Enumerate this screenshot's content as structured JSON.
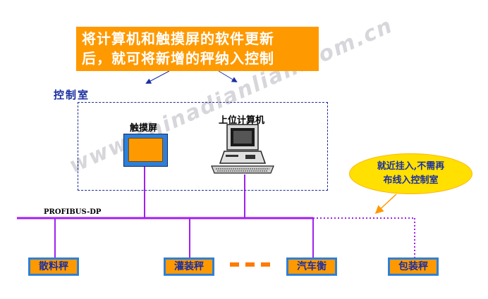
{
  "callout": {
    "line1": "将计算机和触摸屏的软件更新",
    "line2": "后，就可将新增的秤纳入控制"
  },
  "control_room": {
    "label": "控制室"
  },
  "devices": {
    "touch_screen_label": "触摸屏",
    "pc_label": "上位计算机"
  },
  "bus": {
    "label": "PROFIBUS-DP"
  },
  "scales": [
    "散料秤",
    "灌装秤",
    "汽车衡",
    "包装秤"
  ],
  "bubble": {
    "line1": "就近挂入,不需再",
    "line2": "布线入控制室"
  },
  "watermark": "www.chinadianlian.com.cn",
  "colors": {
    "bus": "#a020f0",
    "callout": "#ff9900",
    "frame": "#2f7fd6",
    "bubble": "#ffe000"
  }
}
